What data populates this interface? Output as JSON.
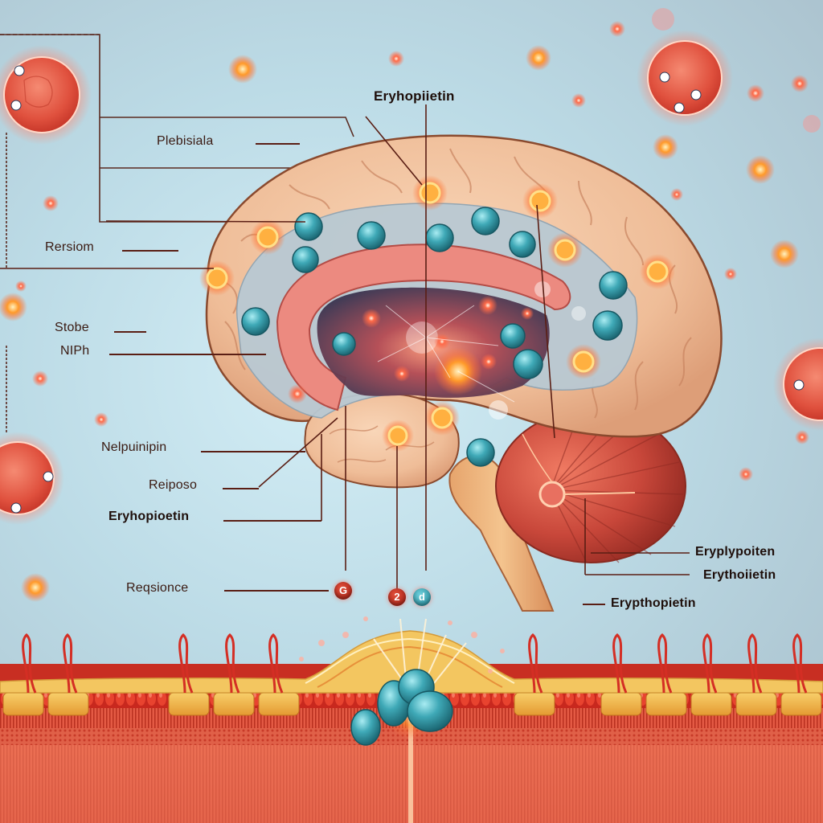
{
  "diagram": {
    "subject": "Brain sagittal cross-section with erythropoietin signaling and blood-brain membrane",
    "colors": {
      "background": "#bcdbe6",
      "brain_tissue": "#f0c4a0",
      "ventricle": "#b9c9d3",
      "corpus_callosum": "#ec8a80",
      "cerebellum": "#c2453a",
      "teal_molecule": "#3fa9b7",
      "orange_marker": "#f5962a",
      "membrane_red": "#d9362c",
      "membrane_gold": "#f0b34a",
      "label_text": "#3a1a12",
      "leader_line": "#5a1e14"
    }
  },
  "labels": {
    "top_center": "Eryhopiietin",
    "left_1": "Plebisiala",
    "left_2": "Rersiom",
    "left_3": "Stobe",
    "left_4": "NIPh",
    "left_5": "Nelpuinipin",
    "left_6": "Reiposo",
    "left_7": "Eryhopioetin",
    "left_8": "Reqsionce",
    "right_1": "Eryplypoiten",
    "right_2": "Erythoiietin",
    "right_3": "Erypthopietin"
  },
  "badges": [
    {
      "text": "G",
      "color": "red"
    },
    {
      "text": "2",
      "color": "red"
    },
    {
      "text": "d",
      "color": "teal"
    }
  ]
}
